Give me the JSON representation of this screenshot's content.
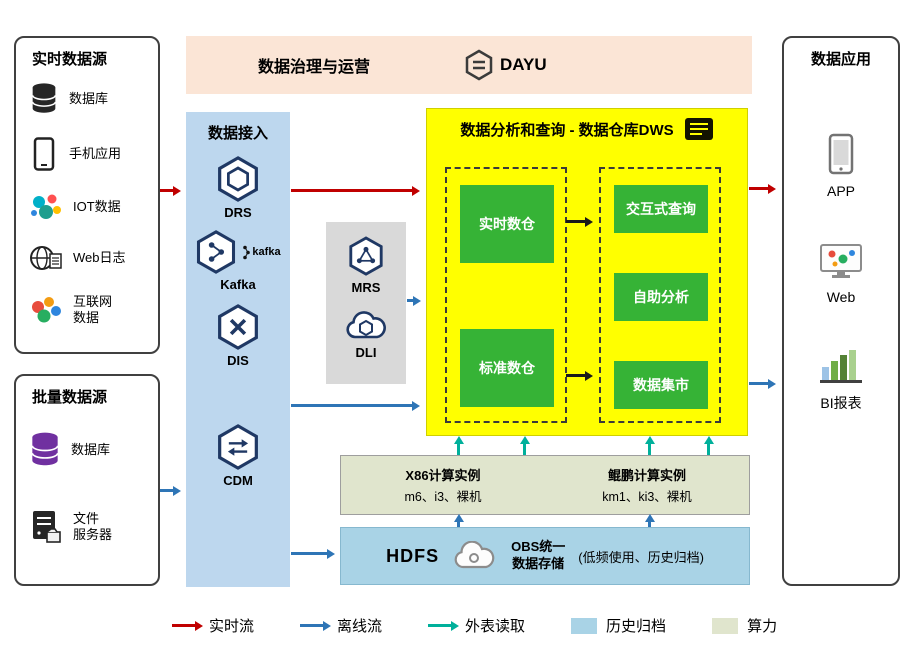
{
  "banner": {
    "title": "数据治理与运营",
    "logo_text": "DAYU"
  },
  "realtime_sources": {
    "title": "实时数据源",
    "items": [
      {
        "icon": "database-icon",
        "label": "数据库"
      },
      {
        "icon": "mobile-app-icon",
        "label": "手机应用"
      },
      {
        "icon": "iot-icon",
        "label": "IOT数据"
      },
      {
        "icon": "web-log-icon",
        "label": "Web日志"
      },
      {
        "icon": "internet-data-icon",
        "label": "互联网\n数据"
      }
    ]
  },
  "batch_sources": {
    "title": "批量数据源",
    "items": [
      {
        "icon": "database-purple-icon",
        "label": "数据库"
      },
      {
        "icon": "file-server-icon",
        "label": "文件\n服务器"
      }
    ]
  },
  "ingestion": {
    "title": "数据接入",
    "kafka_wordmark": "kafka",
    "services": [
      {
        "icon": "drs-hexagon-icon",
        "label": "DRS"
      },
      {
        "icon": "kafka-hexagon-icon",
        "label": "Kafka"
      },
      {
        "icon": "dis-hexagon-icon",
        "label": "DIS"
      },
      {
        "icon": "cdm-hexagon-icon",
        "label": "CDM"
      }
    ]
  },
  "cluster": {
    "services": [
      {
        "icon": "mrs-hexagon-icon",
        "label": "MRS"
      },
      {
        "icon": "dli-cloud-icon",
        "label": "DLI"
      }
    ]
  },
  "dws": {
    "title": "数据分析和查询 - 数据仓库DWS",
    "left_boxes": [
      "实时数仓",
      "标准数仓"
    ],
    "right_boxes": [
      "交互式查询",
      "自助分析",
      "数据集市"
    ]
  },
  "compute": {
    "groups": [
      {
        "name": "X86计算实例",
        "spec": "m6、i3、裸机"
      },
      {
        "name": "鲲鹏计算实例",
        "spec": "km1、ki3、裸机"
      }
    ]
  },
  "storage": {
    "hdfs_label": "HDFS",
    "obs_label": "OBS统一\n数据存储",
    "obs_note": "(低频使用、历史归档)"
  },
  "applications": {
    "title": "数据应用",
    "items": [
      {
        "icon": "app-phone-icon",
        "label": "APP"
      },
      {
        "icon": "web-monitor-icon",
        "label": "Web"
      },
      {
        "icon": "bi-report-icon",
        "label": "BI报表"
      }
    ]
  },
  "legend": {
    "items": [
      {
        "type": "arrow",
        "color": "#c00000",
        "label": "实时流"
      },
      {
        "type": "arrow",
        "color": "#2e75b6",
        "label": "离线流"
      },
      {
        "type": "arrow",
        "color": "#00b09b",
        "label": "外表读取"
      },
      {
        "type": "swatch",
        "color": "#a9d3e6",
        "label": "历史归档"
      },
      {
        "type": "swatch",
        "color": "#e0e5cd",
        "label": "算力"
      }
    ]
  },
  "colors": {
    "realtime_flow": "#c00000",
    "offline_flow": "#2e75b6",
    "external_table_read": "#00b09b",
    "dws_background": "#ffff00",
    "service_box_green": "#36b336",
    "ingestion_background": "#bdd7ee",
    "banner_background": "#fbe5d6",
    "cluster_background": "#d9d9d9",
    "hdfs_background": "#a9d3e6",
    "compute_background": "#e0e5cd",
    "icon_navy": "#1f3864"
  }
}
